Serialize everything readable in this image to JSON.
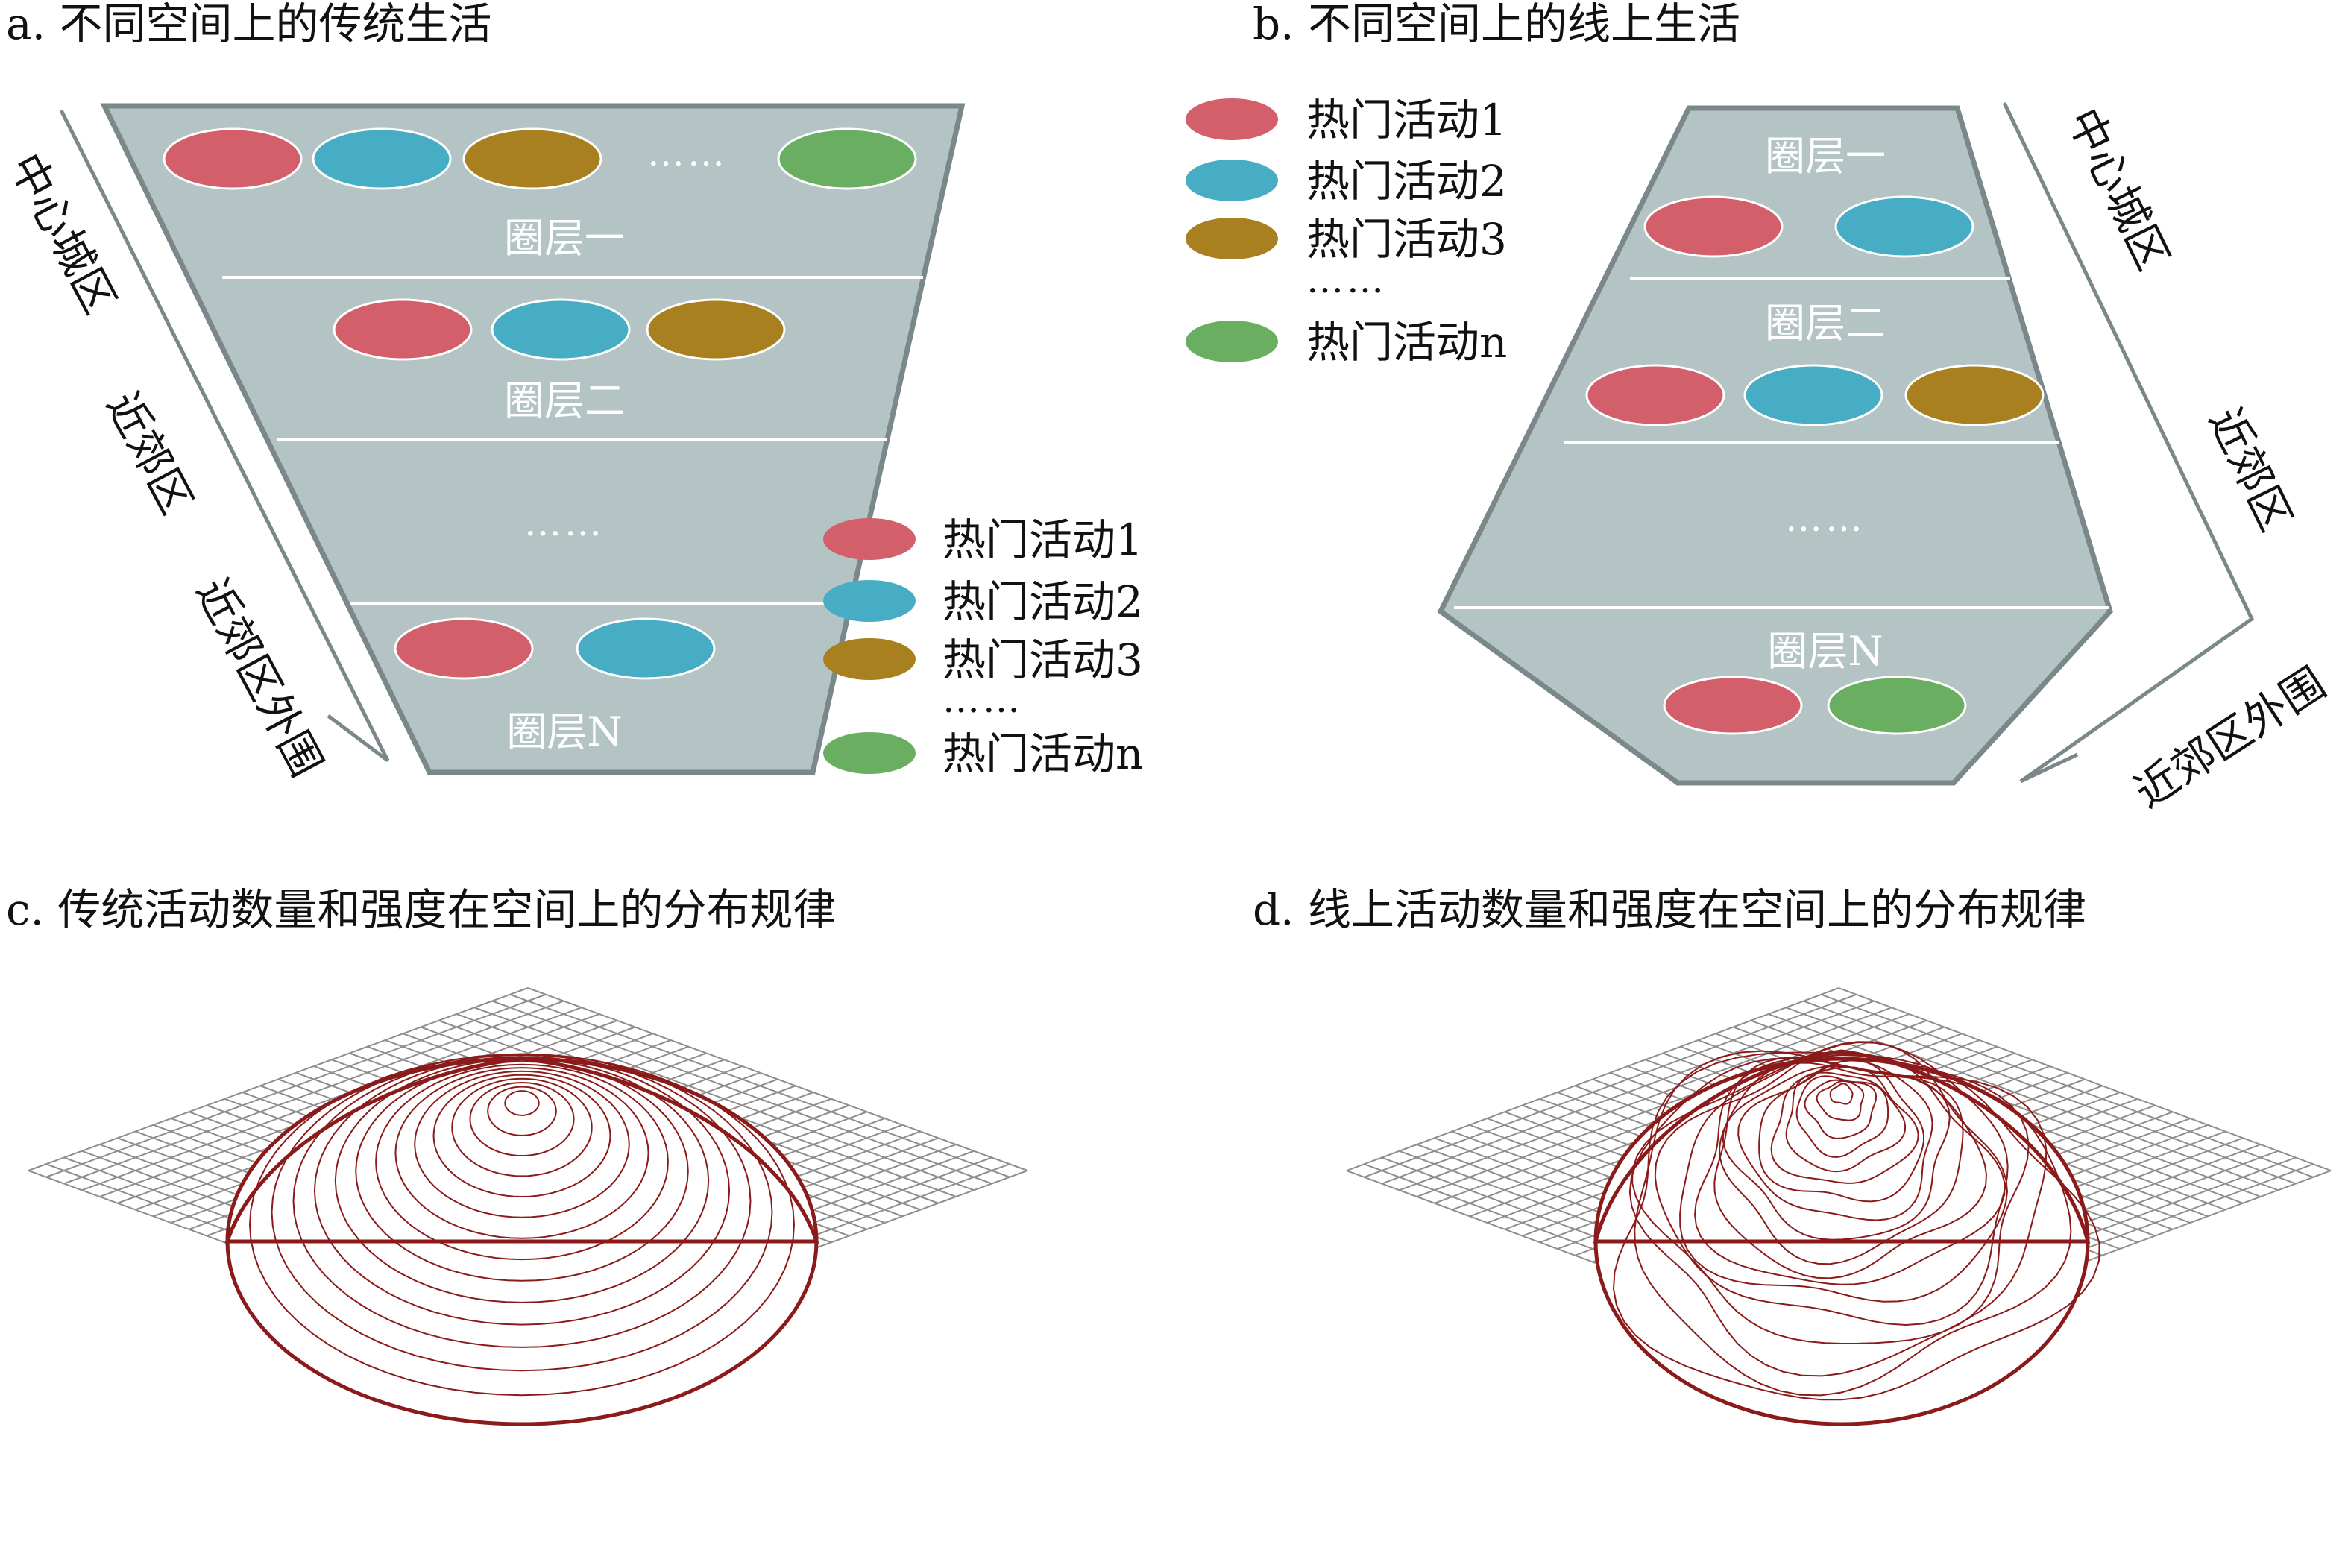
{
  "colors": {
    "panel_fill": "#b4c4c5",
    "panel_edge": "#7b8889",
    "activity_1": "#d25f6a",
    "activity_2": "#47adc4",
    "activity_3": "#a9801f",
    "activity_n": "#6aae62",
    "contour": "#8b1a1a",
    "grid": "#8e8e8e"
  },
  "panel_a": {
    "title": "a. 不同空间上的传统生活",
    "layers": [
      {
        "label": "圈层一",
        "activities": [
          "activity_1",
          "activity_2",
          "activity_3",
          "ellipsis",
          "activity_n"
        ]
      },
      {
        "label": "圈层二",
        "activities": [
          "activity_1",
          "activity_2",
          "activity_3"
        ]
      },
      {
        "label": "",
        "ellipsis": "……",
        "activities": []
      },
      {
        "label": "圈层N",
        "activities": [
          "activity_1",
          "activity_2"
        ]
      }
    ],
    "zones": [
      "中心城区",
      "近郊区",
      "近郊区外围"
    ]
  },
  "panel_b": {
    "title": "b. 不同空间上的线上生活",
    "layers": [
      {
        "label": "圈层一",
        "activities": [
          "activity_1",
          "activity_2"
        ]
      },
      {
        "label": "圈层二",
        "activities": [
          "activity_1",
          "activity_2",
          "activity_3"
        ]
      },
      {
        "label": "",
        "ellipsis": "……",
        "activities": []
      },
      {
        "label": "圈层N",
        "activities": [
          "activity_1",
          "activity_n"
        ]
      }
    ],
    "zones": [
      "中心城区",
      "近郊区",
      "近郊区外围"
    ]
  },
  "legend": {
    "items": [
      "热门活动1",
      "热门活动2",
      "热门活动3",
      "热门活动n"
    ],
    "ellipsis": "……"
  },
  "panel_c": {
    "title": "c. 传统活动数量和强度在空间上的分布规律",
    "surface": "single-peak"
  },
  "panel_d": {
    "title": "d. 线上活动数量和强度在空间上的分布规律",
    "surface": "multi-peak"
  }
}
